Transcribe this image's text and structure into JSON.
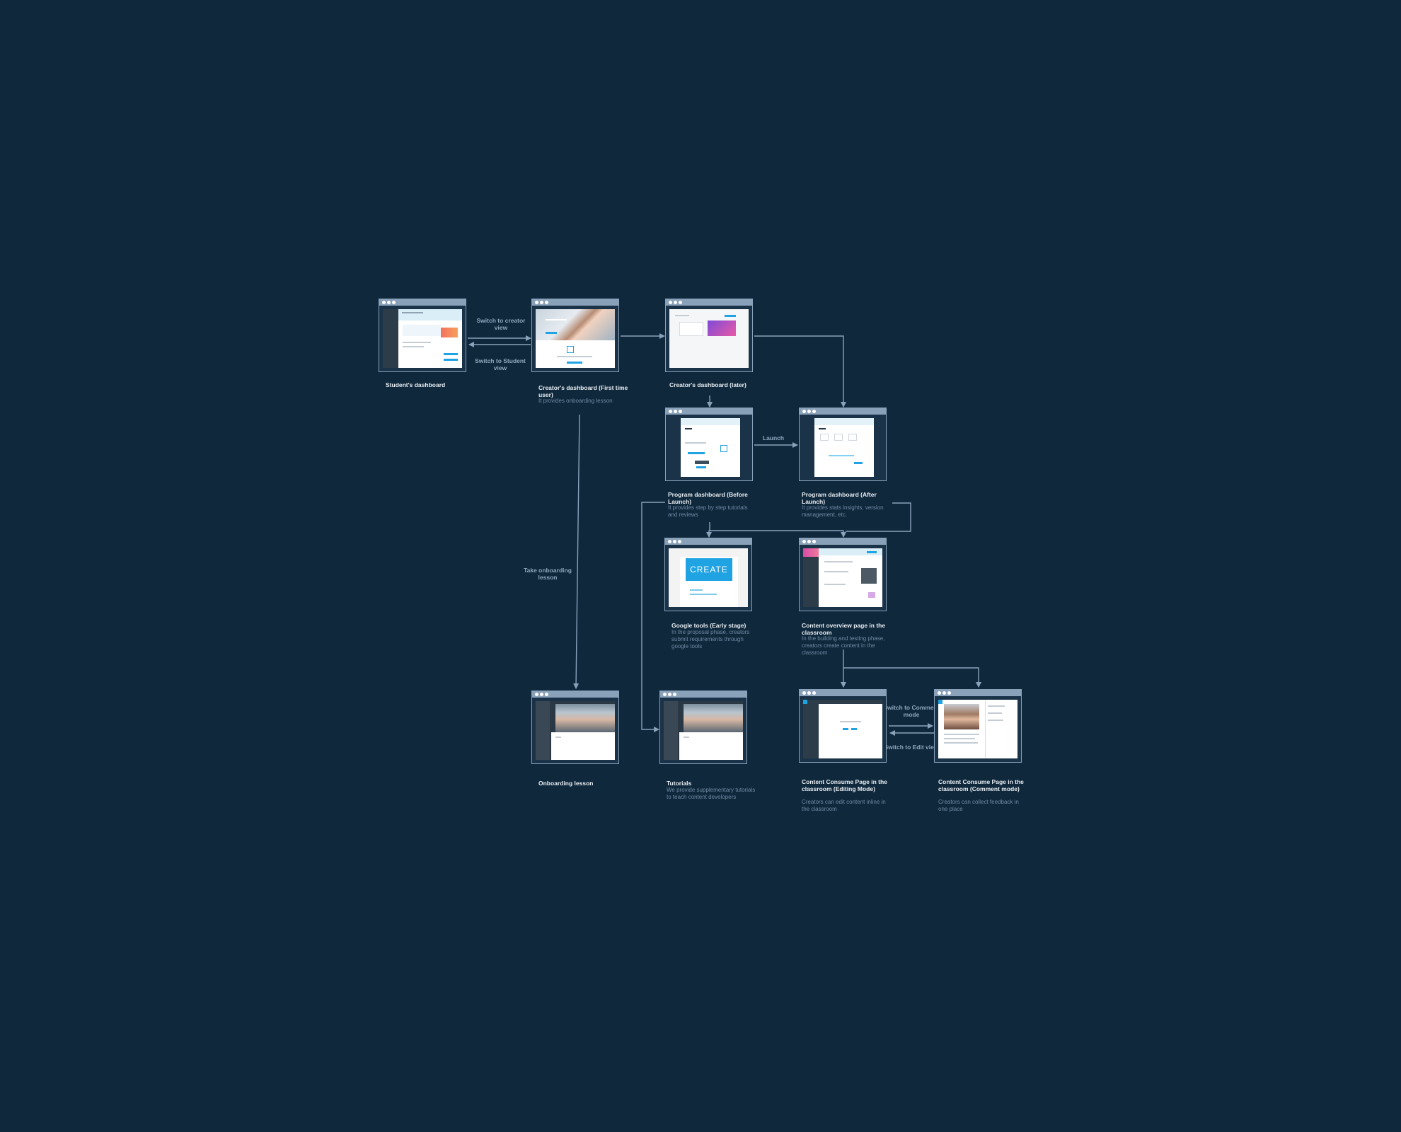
{
  "colors": {
    "background": "#10283c",
    "connector": "#8aa2b9",
    "title": "#e8eef3",
    "description": "#6f8aa2",
    "accent": "#1fa3e3"
  },
  "icons": {
    "window_controls": "three-dot-window-controls-icon",
    "arrowhead": "arrowhead-icon"
  },
  "nodes": [
    {
      "id": "student-dashboard",
      "title": "Student's dashboard",
      "desc": ""
    },
    {
      "id": "creator-dashboard-first",
      "title": "Creator's dashboard (First time user)",
      "desc": "It provides onboarding lesson"
    },
    {
      "id": "creator-dashboard-later",
      "title": "Creator's dashboard (later)",
      "desc": ""
    },
    {
      "id": "program-dashboard-before",
      "title": "Program dashboard (Before Launch)",
      "desc": "It provides step by step tutorials and reviews"
    },
    {
      "id": "program-dashboard-after",
      "title": "Program dashboard (After Launch)",
      "desc": "It provides stats insights, version management, etc."
    },
    {
      "id": "google-tools",
      "title": "Google tools (Early stage)",
      "desc": "In the proposal phase, creators submit requirements through google tools",
      "thumb_text": "CREATE"
    },
    {
      "id": "content-overview",
      "title": "Content overview page in the classroom",
      "desc": "In the building and testing phase, creators create content in the classroom"
    },
    {
      "id": "onboarding-lesson",
      "title": "Onboarding lesson",
      "desc": ""
    },
    {
      "id": "tutorials",
      "title": "Tutorials",
      "desc": "We provide supplementary tutorials to teach content developers"
    },
    {
      "id": "consume-editing",
      "title": "Content Consume Page in the classroom (Editing Mode)",
      "desc": "Creators can edit content inline in the classroom"
    },
    {
      "id": "consume-comment",
      "title": "Content Consume Page in the classroom (Comment mode)",
      "desc": "Creators can collect feedback in one place"
    }
  ],
  "edge_labels": {
    "switch_creator": "Switch to creator view",
    "switch_student": "Switch to Student view",
    "launch": "Launch",
    "take_onboarding": "Take onboarding lesson",
    "switch_comment": "Switch to Comment mode",
    "switch_edit": "Switch to Edit view"
  }
}
